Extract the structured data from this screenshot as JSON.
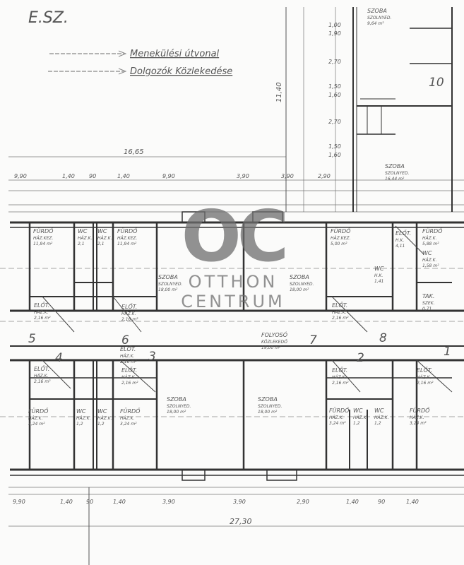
{
  "sheet_title": "E.SZ.",
  "legend": [
    {
      "label": "Menekülési útvonal"
    },
    {
      "label": "Dolgozók Közlekedése"
    }
  ],
  "dimensions": {
    "total_top": "16,65",
    "total_bottom": "27,30",
    "vertical": "11,40",
    "top_row": [
      "9,90",
      "1,40",
      "90",
      "1,40",
      "9,90",
      "3,90",
      "3,90",
      "2,90"
    ],
    "bottom_row": [
      "9,90",
      "1,40",
      "90",
      "1,40",
      "3,90",
      "3,90",
      "2,90",
      "1,40",
      "90",
      "1,40"
    ],
    "right_column": [
      "1,00",
      "1,90",
      "2,70",
      "1,50",
      "1,60",
      "2,70",
      "1,50",
      "1,60"
    ]
  },
  "rooms": [
    {
      "name": "FÜRDŐ",
      "sub": "HÁZ.KEZ.",
      "area": "11,94 m²"
    },
    {
      "name": "WC",
      "sub": "HÁZ.K.",
      "area": "2,1"
    },
    {
      "name": "WC",
      "sub": "HÁZ.K.",
      "area": "2,1"
    },
    {
      "name": "FÜRDŐ",
      "sub": "HÁZ.KEZ.",
      "area": "11,94 m²"
    },
    {
      "name": "SZOBA",
      "sub": "SZOLNYED.",
      "area": "18,00 m²"
    },
    {
      "name": "SZOBA",
      "sub": "SZOLNYED.",
      "area": "18,00 m²"
    },
    {
      "name": "FÜRDŐ",
      "sub": "HÁZ.KEZ.",
      "area": "5,00 m²"
    },
    {
      "name": "ELŐT.",
      "sub": "H.K.",
      "area": "4,11"
    },
    {
      "name": "FÜRDŐ",
      "sub": "HÁZ.K.",
      "area": "5,88 m²"
    },
    {
      "name": "WC",
      "sub": "H.K.",
      "area": "1,41"
    },
    {
      "name": "WC",
      "sub": "HÁZ.K.",
      "area": "1,58 m²"
    },
    {
      "name": "TAK.",
      "sub": "SZEK.",
      "area": "0,71"
    },
    {
      "name": "ELŐT.",
      "sub": "HÁZ.K.",
      "area": "2,16 m²"
    },
    {
      "name": "ELŐT.",
      "sub": "HÁZ.K.",
      "area": "2,16 m²"
    },
    {
      "name": "ELŐT.",
      "sub": "HÁZ.K.",
      "area": "2,16 m²"
    },
    {
      "name": "FOLYOSÓ",
      "sub": "KÖZLEKEDŐ",
      "area": "19,00 m²"
    },
    {
      "name": "SZOBA",
      "sub": "SZOLNYED.",
      "area": "16,44 m²"
    },
    {
      "name": "ELŐT.",
      "sub": "HÁZ.K.",
      "area": "2,16 m²"
    },
    {
      "name": "ELŐT.",
      "sub": "HÁZ.K.",
      "area": "2,16 m²"
    },
    {
      "name": "FÜRDŐ",
      "sub": "HÁZ.K.",
      "area": "3,24 m²"
    },
    {
      "name": "WC",
      "sub": "HÁZ.K.",
      "area": "1,2"
    },
    {
      "name": "WC",
      "sub": "HÁZ.K.",
      "area": "1,2"
    },
    {
      "name": "FÜRDŐ",
      "sub": "HÁZ.K.",
      "area": "3,24 m²"
    },
    {
      "name": "SZOBA",
      "sub": "SZOLNYED.",
      "area": "18,00 m²"
    },
    {
      "name": "SZOBA",
      "sub": "SZOLNYED.",
      "area": "18,00 m²"
    },
    {
      "name": "ELŐT.",
      "sub": "HÁZ.K.",
      "area": "2,16 m²"
    },
    {
      "name": "ELŐT.",
      "sub": "HÁZ.K.",
      "area": "2,16 m²"
    },
    {
      "name": "FÜRDŐ",
      "sub": "HÁZ.K.",
      "area": "3,24 m²"
    },
    {
      "name": "WC",
      "sub": "HÁZ.K.",
      "area": "1,2"
    },
    {
      "name": "WC",
      "sub": "HÁZ.K.",
      "area": "1,2"
    },
    {
      "name": "FÜRDŐ",
      "sub": "HÁZ.K.",
      "area": "3,24 m²"
    },
    {
      "name": "ELŐT.",
      "sub": "HÁZ.K.",
      "area": "2,16 m²"
    },
    {
      "name": "SZOBA",
      "sub": "SZOLNYED.",
      "area": "9,64 m²"
    }
  ],
  "room_numbers": [
    "1",
    "2",
    "3",
    "4",
    "5",
    "6",
    "7",
    "8",
    "10"
  ],
  "watermark": {
    "logo": "OC",
    "line1": "OTTHON",
    "line2": "CENTRUM"
  }
}
